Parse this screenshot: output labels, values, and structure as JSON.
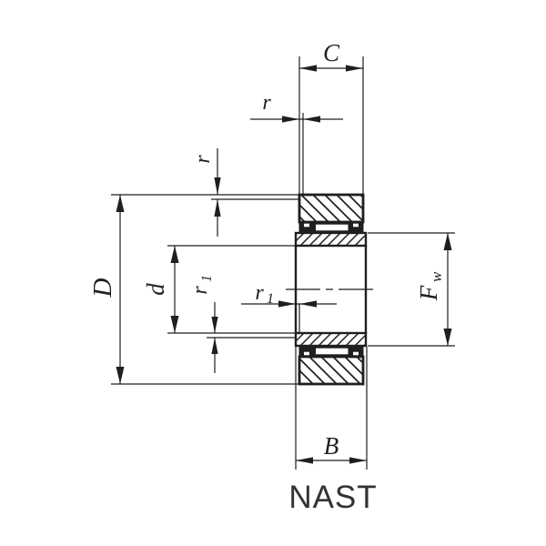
{
  "diagram": {
    "title": "NAST",
    "dim_labels": {
      "C": "C",
      "r_top": "r",
      "r_left": "r",
      "D": "D",
      "d": "d",
      "r1_left": {
        "base": "r",
        "sub": "1"
      },
      "r1_mid": {
        "base": "r",
        "sub": "1"
      },
      "Fw": {
        "base": "F",
        "sub": "w"
      },
      "B": "B"
    },
    "colors": {
      "line": "#1f1f1f",
      "title": "#333333",
      "background": "#ffffff"
    }
  }
}
